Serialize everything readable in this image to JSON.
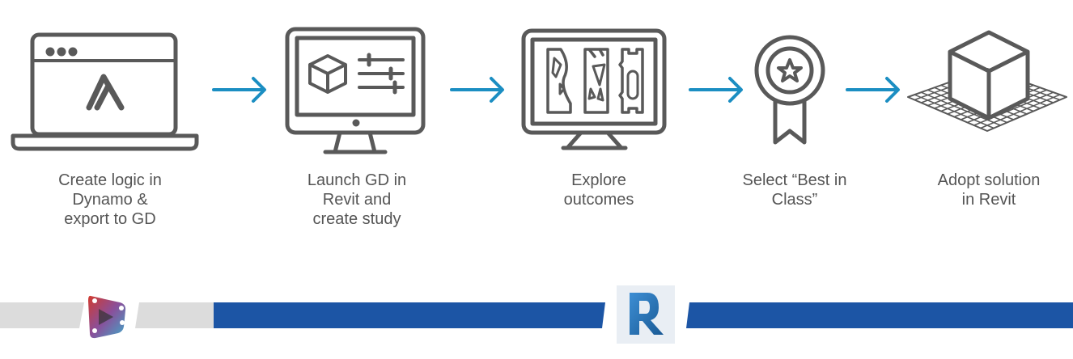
{
  "steps": [
    {
      "icon": "laptop-autodesk-icon",
      "lines": [
        "Create logic in",
        "Dynamo &",
        "export to GD"
      ]
    },
    {
      "icon": "monitor-settings-icon",
      "lines": [
        "Launch GD in",
        "Revit and",
        "create study"
      ]
    },
    {
      "icon": "monitor-outcomes-icon",
      "lines": [
        "Explore",
        "outcomes"
      ]
    },
    {
      "icon": "award-ribbon-icon",
      "lines": [
        "Select “Best in",
        "Class”"
      ]
    },
    {
      "icon": "cube-on-grid-icon",
      "lines": [
        "Adopt solution",
        "in Revit"
      ]
    }
  ],
  "colors": {
    "icon_stroke": "#595959",
    "arrow": "#1b8ec2",
    "bar_blue": "#1c55a5",
    "bar_gray": "#dcdcdc",
    "text": "#555555"
  },
  "timeline": {
    "left_logo": "dynamo-logo-icon",
    "right_logo": "revit-logo-icon"
  }
}
